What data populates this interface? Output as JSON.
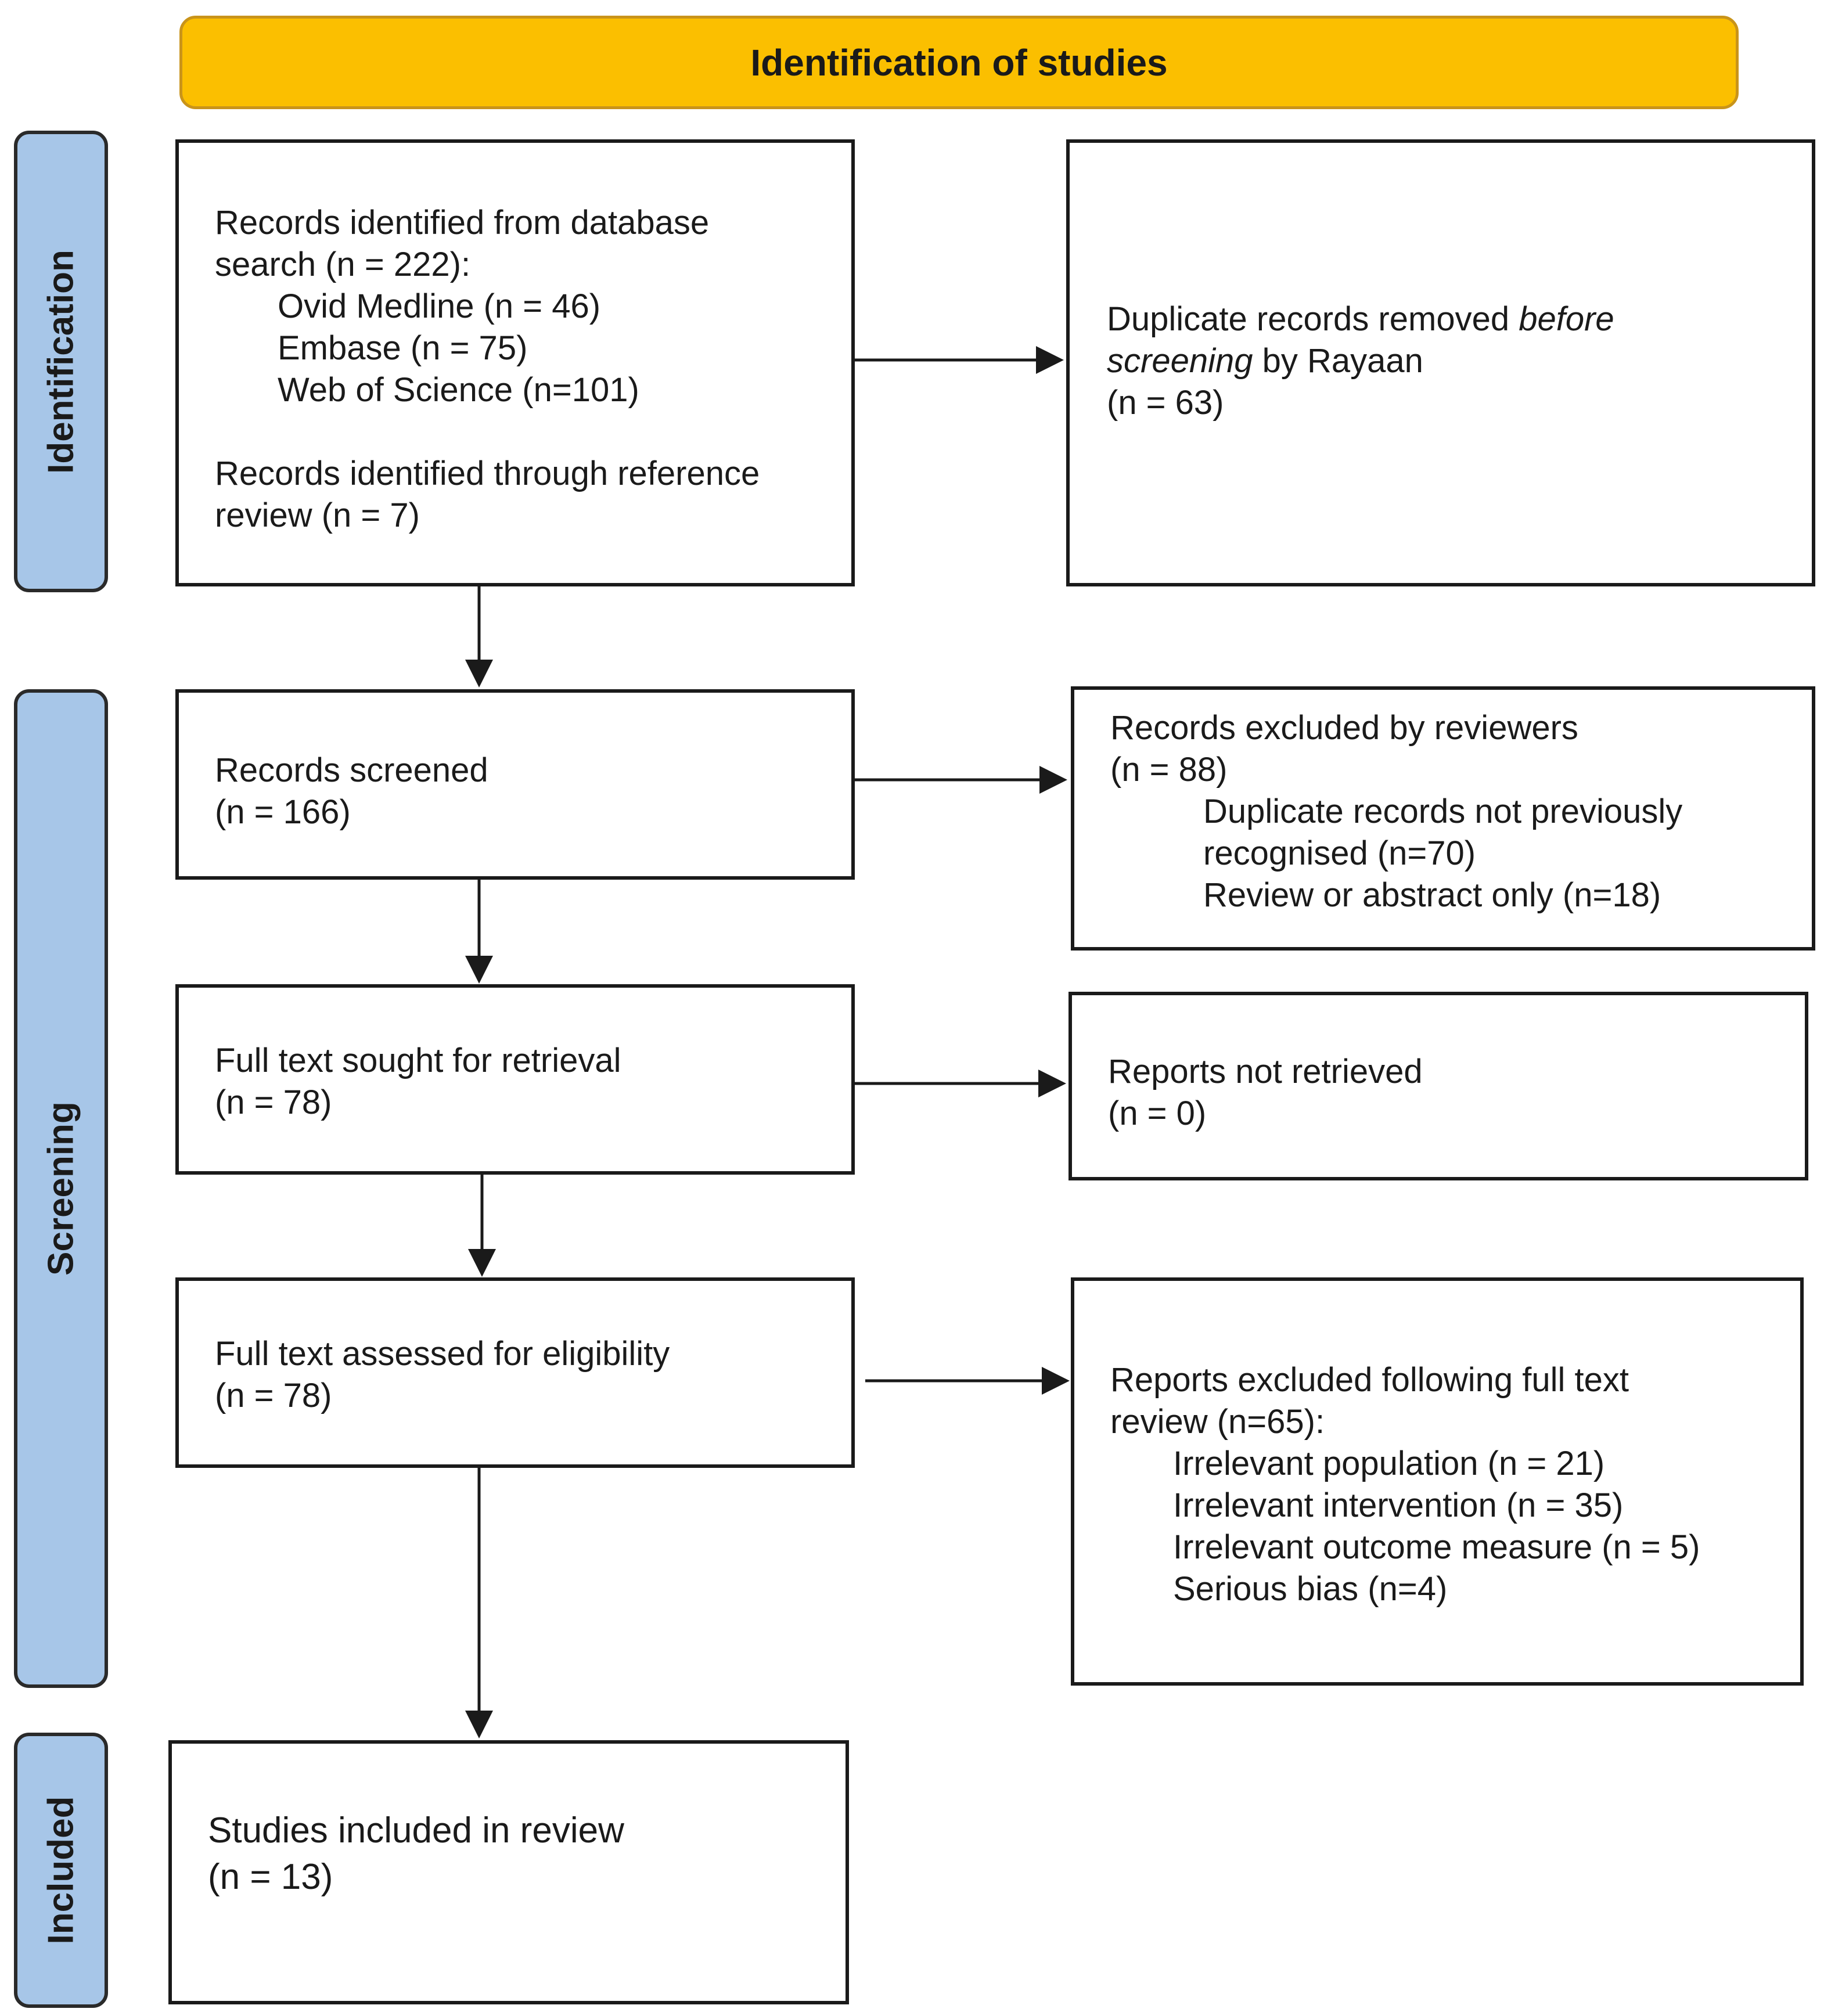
{
  "banner": {
    "title": "Identification of studies"
  },
  "phases": {
    "identification": "Identification",
    "screening": "Screening",
    "included": "Included"
  },
  "boxes": {
    "records_identified": {
      "line1": "Records identified from database",
      "line2": "search (n = 222):",
      "sources": [
        "Ovid Medline (n = 46)",
        "Embase (n = 75)",
        "Web of Science (n=101)"
      ],
      "line3": "Records identified through reference",
      "line4": "review (n = 7)"
    },
    "duplicates_removed": {
      "line1_normal": "Duplicate records removed ",
      "line1_italic": "before",
      "line2_italic": "screening",
      "line2_normal": " by Rayaan",
      "line3": "(n = 63)"
    },
    "records_screened": {
      "label": "Records screened",
      "count": "(n = 166)"
    },
    "records_excluded": {
      "label": "Records excluded by reviewers",
      "count": "(n = 88)",
      "items": [
        "Duplicate records not previously",
        "recognised (n=70)",
        "Review or abstract only (n=18)"
      ]
    },
    "full_text_sought": {
      "label": "Full text sought for retrieval",
      "count": "(n = 78)"
    },
    "reports_not_retrieved": {
      "label": "Reports not retrieved",
      "count": "(n = 0)"
    },
    "full_text_assessed": {
      "label": "Full text assessed for eligibility",
      "count": "(n = 78)"
    },
    "reports_excluded": {
      "line1": "Reports excluded following full text",
      "line2": "review (n=65):",
      "items": [
        "Irrelevant population (n = 21)",
        "Irrelevant intervention (n = 35)",
        "Irrelevant outcome measure (n = 5)",
        "Serious bias (n=4)"
      ]
    },
    "studies_included": {
      "label": "Studies included in review",
      "count": "(n = 13)"
    }
  },
  "colors": {
    "banner": "#fbbf00",
    "phase": "#a7c6e8",
    "stroke": "#1a1a1a"
  }
}
